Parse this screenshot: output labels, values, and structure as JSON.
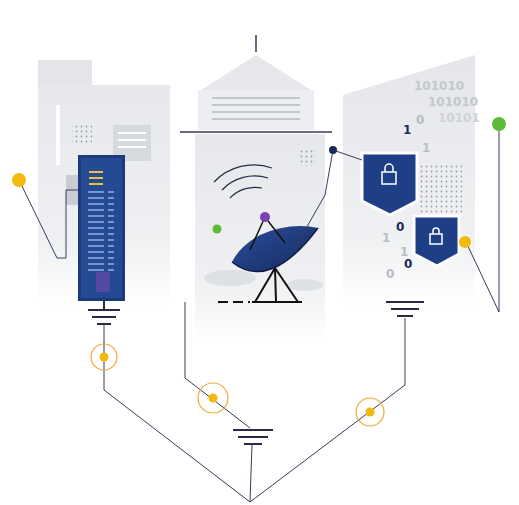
{
  "diagram": {
    "labels": [
      "101010",
      "101010",
      "10101",
      "0",
      "1",
      "1",
      "0",
      "1",
      "1",
      "0",
      "0"
    ]
  }
}
